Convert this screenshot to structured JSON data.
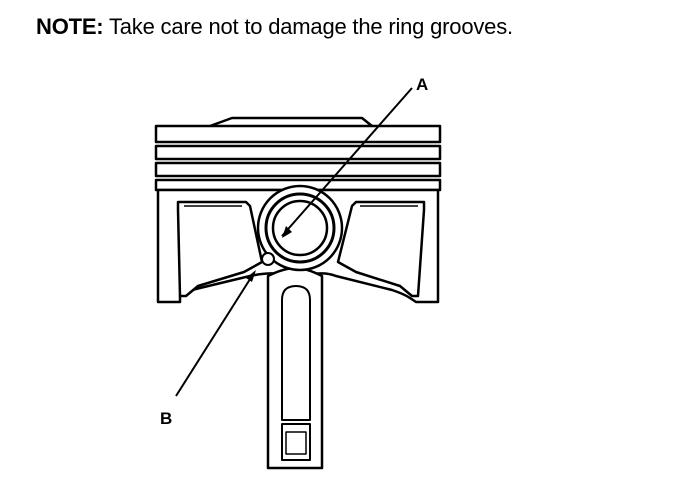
{
  "note": {
    "label": "NOTE:",
    "text": "Take care not to damage the ring grooves."
  },
  "callouts": {
    "a": "A",
    "b": "B"
  },
  "colors": {
    "line": "#000000",
    "fill": "#ffffff"
  }
}
